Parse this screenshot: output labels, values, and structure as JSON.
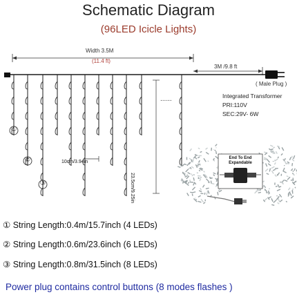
{
  "header": {
    "title": "Schematic Diagram",
    "subtitle": "(96LED Icicle Lights)"
  },
  "dimensions": {
    "width_label": "Width 3.5M",
    "width_sub": "(11.4 ft)",
    "lead_label": "3M /9.8 ft",
    "plug_label": "( Male Plug )",
    "spacing_label": "10cm/3.94in",
    "height_label": "23.5cm/9.25in",
    "ellipsis": "......"
  },
  "transformer": {
    "title": "Integrated Transformer",
    "pri": "PRI:110V",
    "sec": "SEC:29V- 6W"
  },
  "connector": {
    "line1": "End To End",
    "line2": "Expandable"
  },
  "markers": [
    "①",
    "②",
    "③"
  ],
  "specs": [
    {
      "marker": "①",
      "text": "String Length:0.4m/15.7inch (4 LEDs)"
    },
    {
      "marker": "②",
      "text": "String Length:0.6m/23.6inch (6 LEDs)"
    },
    {
      "marker": "③",
      "text": "String Length:0.8m/31.5inch (8 LEDs)"
    }
  ],
  "footer": "Power plug contains control buttons (8 modes flashes )",
  "colors": {
    "subtitle": "#9b3b2c",
    "footer": "#1e2aa0",
    "wire": "#1a1a1a"
  }
}
